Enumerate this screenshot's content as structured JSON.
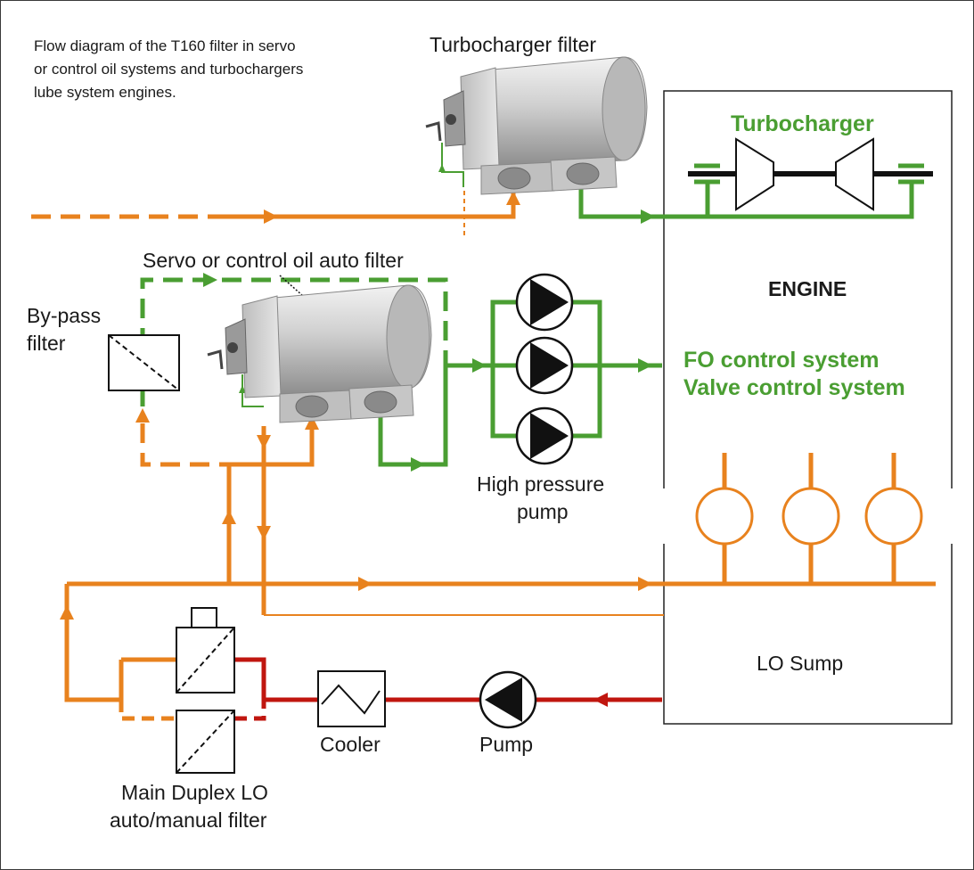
{
  "description": {
    "line1": "Flow diagram of the T160 filter in servo",
    "line2": "or control oil systems and turbochargers",
    "line3": "lube system engines."
  },
  "labels": {
    "turbo_filter": "Turbocharger filter",
    "servo_filter": "Servo or control oil auto filter",
    "bypass_line1": "By-pass",
    "bypass_line2": "filter",
    "turbocharger": "Turbocharger",
    "engine": "ENGINE",
    "fo_control": "FO control system",
    "valve_control": "Valve control system",
    "hp_pump_line1": "High pressure",
    "hp_pump_line2": "pump",
    "lo_sump": "LO Sump",
    "cooler": "Cooler",
    "pump": "Pump",
    "duplex_line1": "Main Duplex LO",
    "duplex_line2": "auto/manual filter"
  },
  "colors": {
    "orange": "#e8821e",
    "green": "#4a9e32",
    "red": "#c0160f",
    "black": "#111111",
    "filter_body": "#c9c9c9"
  }
}
